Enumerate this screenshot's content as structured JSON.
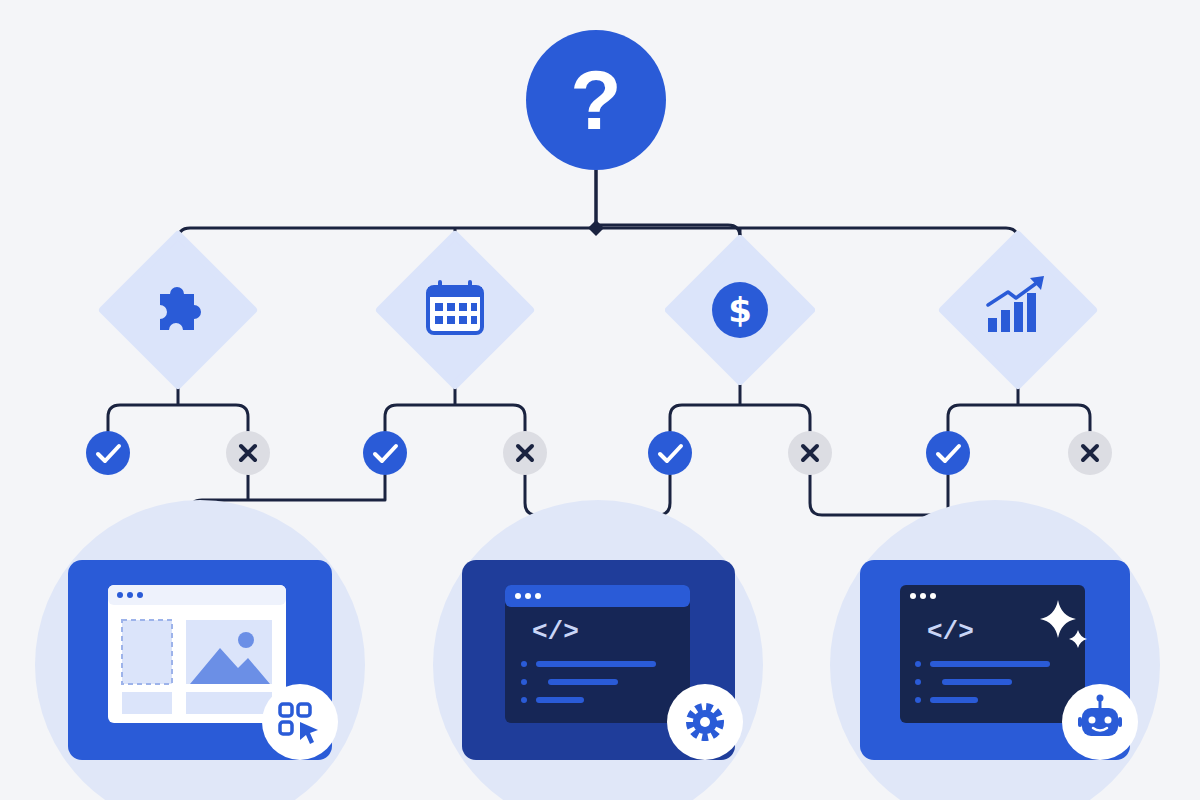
{
  "diagram": {
    "nodes": [
      {
        "text": [
          "?"
        ]
      },
      {
        "text": [
          "$"
        ]
      }
    ],
    "edges": [
      {
        "from": 0,
        "to": 1,
        "arrow": "none"
      }
    ],
    "labels": [
      "</>",
      "</>"
    ]
  }
}
